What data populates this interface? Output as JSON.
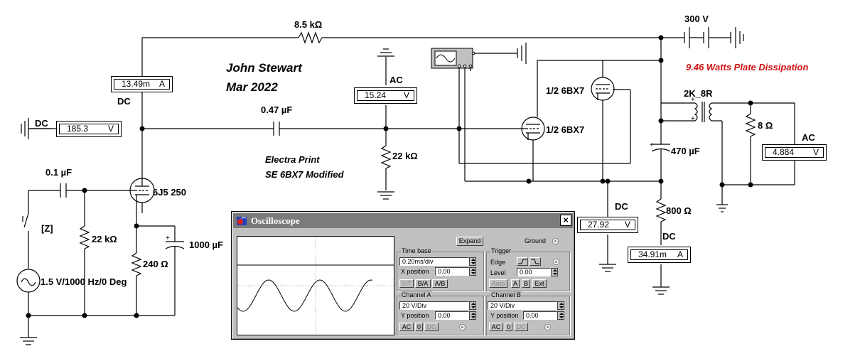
{
  "notes": {
    "author": "John Stewart",
    "date": "Mar 2022",
    "design1": "Electra Print",
    "design2": "SE 6BX7 Modified",
    "plate_dissipation": "9.46 Watts Plate Dissipation"
  },
  "colors": {
    "wire": "#000000",
    "highlight": "#d01010",
    "window_bg": "#c0c0c0"
  },
  "components": {
    "r_8k5": "8.5 kΩ",
    "supply": "300 V",
    "c_047": "0.47 µF",
    "r_22k_grid": "22 kΩ",
    "c_01": "0.1 µF",
    "r_22k_input": "22 kΩ",
    "tube_6j5": "6J5 250",
    "r_240": "240 Ω",
    "c_1000": "1000 µF",
    "source": "1.5 V/1000 Hz/0 Deg",
    "switch_key": "[Z]",
    "tube_6bx7_a": "1/2 6BX7",
    "tube_6bx7_b": "1/2 6BX7",
    "transformer": "2K_8R",
    "r_8": "8 Ω",
    "c_470": "470 µF",
    "r_800": "800 Ω"
  },
  "meters": {
    "plate_current": {
      "type": "DC",
      "value": "13.49m",
      "unit": "A"
    },
    "plate_voltage": {
      "type": "DC",
      "value": "185.3",
      "unit": "V"
    },
    "grid_ac": {
      "type": "AC",
      "value": "15.24",
      "unit": "V"
    },
    "output_ac": {
      "type": "AC",
      "value": "4.884",
      "unit": "V"
    },
    "cathode_v": {
      "type": "DC",
      "value": "27.92",
      "unit": "V"
    },
    "cathode_i": {
      "type": "DC",
      "value": "34.91m",
      "unit": "A"
    }
  },
  "oscilloscope": {
    "title": "Oscilloscope",
    "close": "×",
    "expand": "Expand",
    "ground": "Ground",
    "time_base": {
      "label": "Time base",
      "value": "0.20ms/div",
      "x_position_label": "X position",
      "x_position": "0.00",
      "modes": [
        "Y/T",
        "B/A",
        "A/B"
      ]
    },
    "trigger": {
      "label": "Trigger",
      "edge_label": "Edge",
      "level_label": "Level",
      "level": "0.00",
      "auto": "Auto",
      "a": "A",
      "b": "B",
      "ext": "Ext"
    },
    "channel_a": {
      "label": "Channel A",
      "scale": "20 V/Div",
      "y_position_label": "Y position",
      "y_position": "0.00",
      "ac": "AC",
      "zero": "0",
      "dc": "DC"
    },
    "channel_b": {
      "label": "Channel B",
      "scale": "20 V/Div",
      "y_position_label": "Y position",
      "y_position": "0.00",
      "ac": "AC",
      "zero": "0",
      "dc": "DC"
    }
  }
}
